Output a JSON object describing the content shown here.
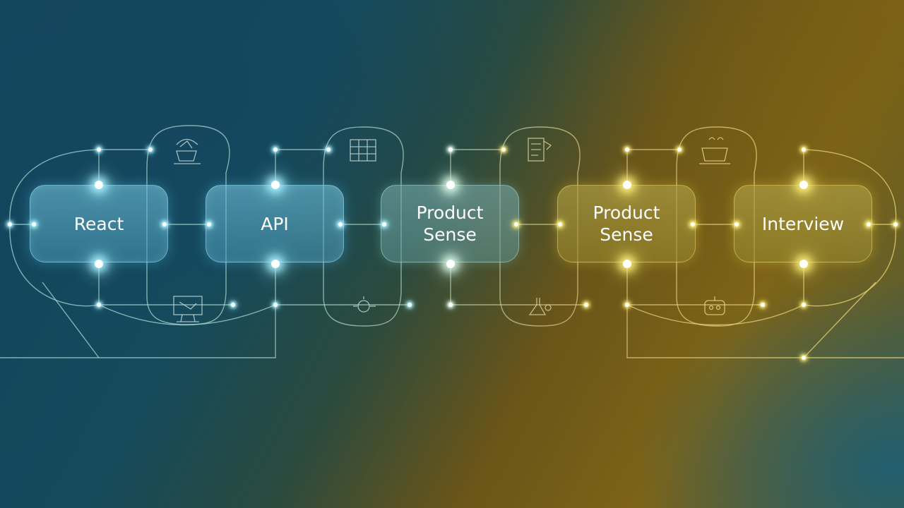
{
  "diagram": {
    "steps": [
      {
        "label": "React",
        "tone": "blue"
      },
      {
        "label": "API",
        "tone": "blue"
      },
      {
        "label": "Product\nSense",
        "tone": "teal"
      },
      {
        "label": "Product\nSense",
        "tone": "gold"
      },
      {
        "label": "Interview",
        "tone": "gold"
      }
    ],
    "icons": {
      "top": [
        "gauge-icon",
        "spreadsheet-icon",
        "document-icon",
        "cup-icon"
      ],
      "bottom": [
        "monitor-icon",
        "gear-icon",
        "flask-icon",
        "robot-icon"
      ]
    },
    "colors": {
      "blue_glow": "#a9f2ff",
      "teal_glow": "#dcfbe8",
      "gold_glow": "#fff07a",
      "line_blue": "#9fd6d6",
      "line_gold": "#e7d48a"
    }
  }
}
